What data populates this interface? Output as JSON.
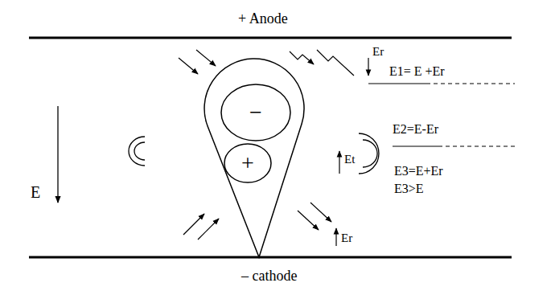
{
  "diagram": {
    "nodes": [
      {
        "text": [
          "−"
        ]
      },
      {
        "text": [
          "+"
        ]
      }
    ],
    "labels": [
      "+ Anode",
      "Er",
      "E1= E +Er",
      "E2=E-Er",
      "Et",
      "E",
      "E3=E+Er",
      "E3>E",
      "Er",
      "– cathode"
    ]
  }
}
